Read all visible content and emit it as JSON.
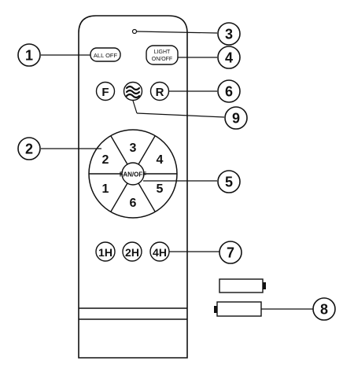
{
  "remote": {
    "buttons": {
      "all_off": "ALL OFF",
      "light_line1": "LIGHT",
      "light_line2": "ON/OFF",
      "forward": "F",
      "reverse": "R",
      "fan_off": "FAN/OFF",
      "speed_1": "1",
      "speed_2": "2",
      "speed_3": "3",
      "speed_4": "4",
      "speed_5": "5",
      "speed_6": "6",
      "timer_1h": "1H",
      "timer_2h": "2H",
      "timer_4h": "4H"
    },
    "icons": {
      "breeze": "breeze-wave-icon",
      "indicator": "led-indicator-icon",
      "battery": "battery-icon"
    }
  },
  "callouts": {
    "c1": "1",
    "c2": "2",
    "c3": "3",
    "c4": "4",
    "c5": "5",
    "c6": "6",
    "c7": "7",
    "c8": "8",
    "c9": "9"
  }
}
